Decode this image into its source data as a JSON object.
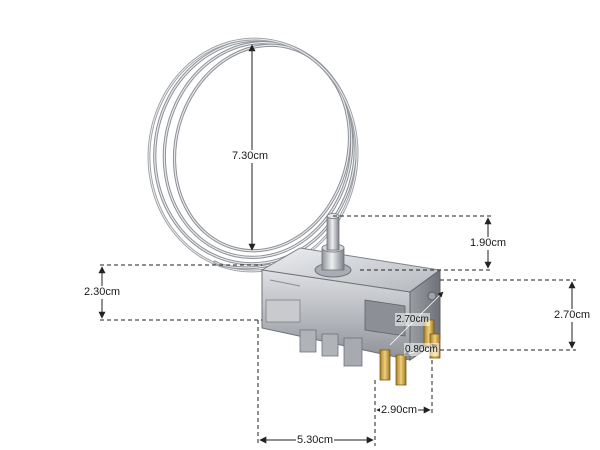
{
  "dimensions": {
    "capillary_diameter": "7.30cm",
    "shaft_height": "1.90cm",
    "body_height_left": "2.30cm",
    "body_height_right": "2.70cm",
    "terminal_spacing_a": "2.70cm",
    "terminal_spacing_b": "0.80cm",
    "terminal_width": "2.90cm",
    "body_length": "5.30cm"
  },
  "colors": {
    "dimension_line": "#222222",
    "metal_light": "#d9dade",
    "metal_mid": "#a9acb2",
    "metal_dark": "#6f737a",
    "brass": "#c9a24a",
    "capillary": "#b8bbc0"
  }
}
